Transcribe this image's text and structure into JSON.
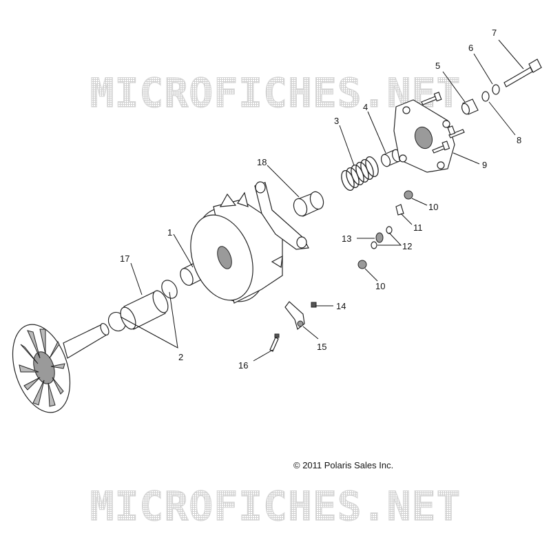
{
  "watermark": {
    "text": "MICROFICHES.NET"
  },
  "copyright": "© 2011 Polaris Sales Inc.",
  "callouts": [
    "1",
    "2",
    "3",
    "4",
    "5",
    "6",
    "7",
    "8",
    "9",
    "10",
    "10",
    "11",
    "12",
    "13",
    "14",
    "15",
    "16",
    "17",
    "18"
  ]
}
